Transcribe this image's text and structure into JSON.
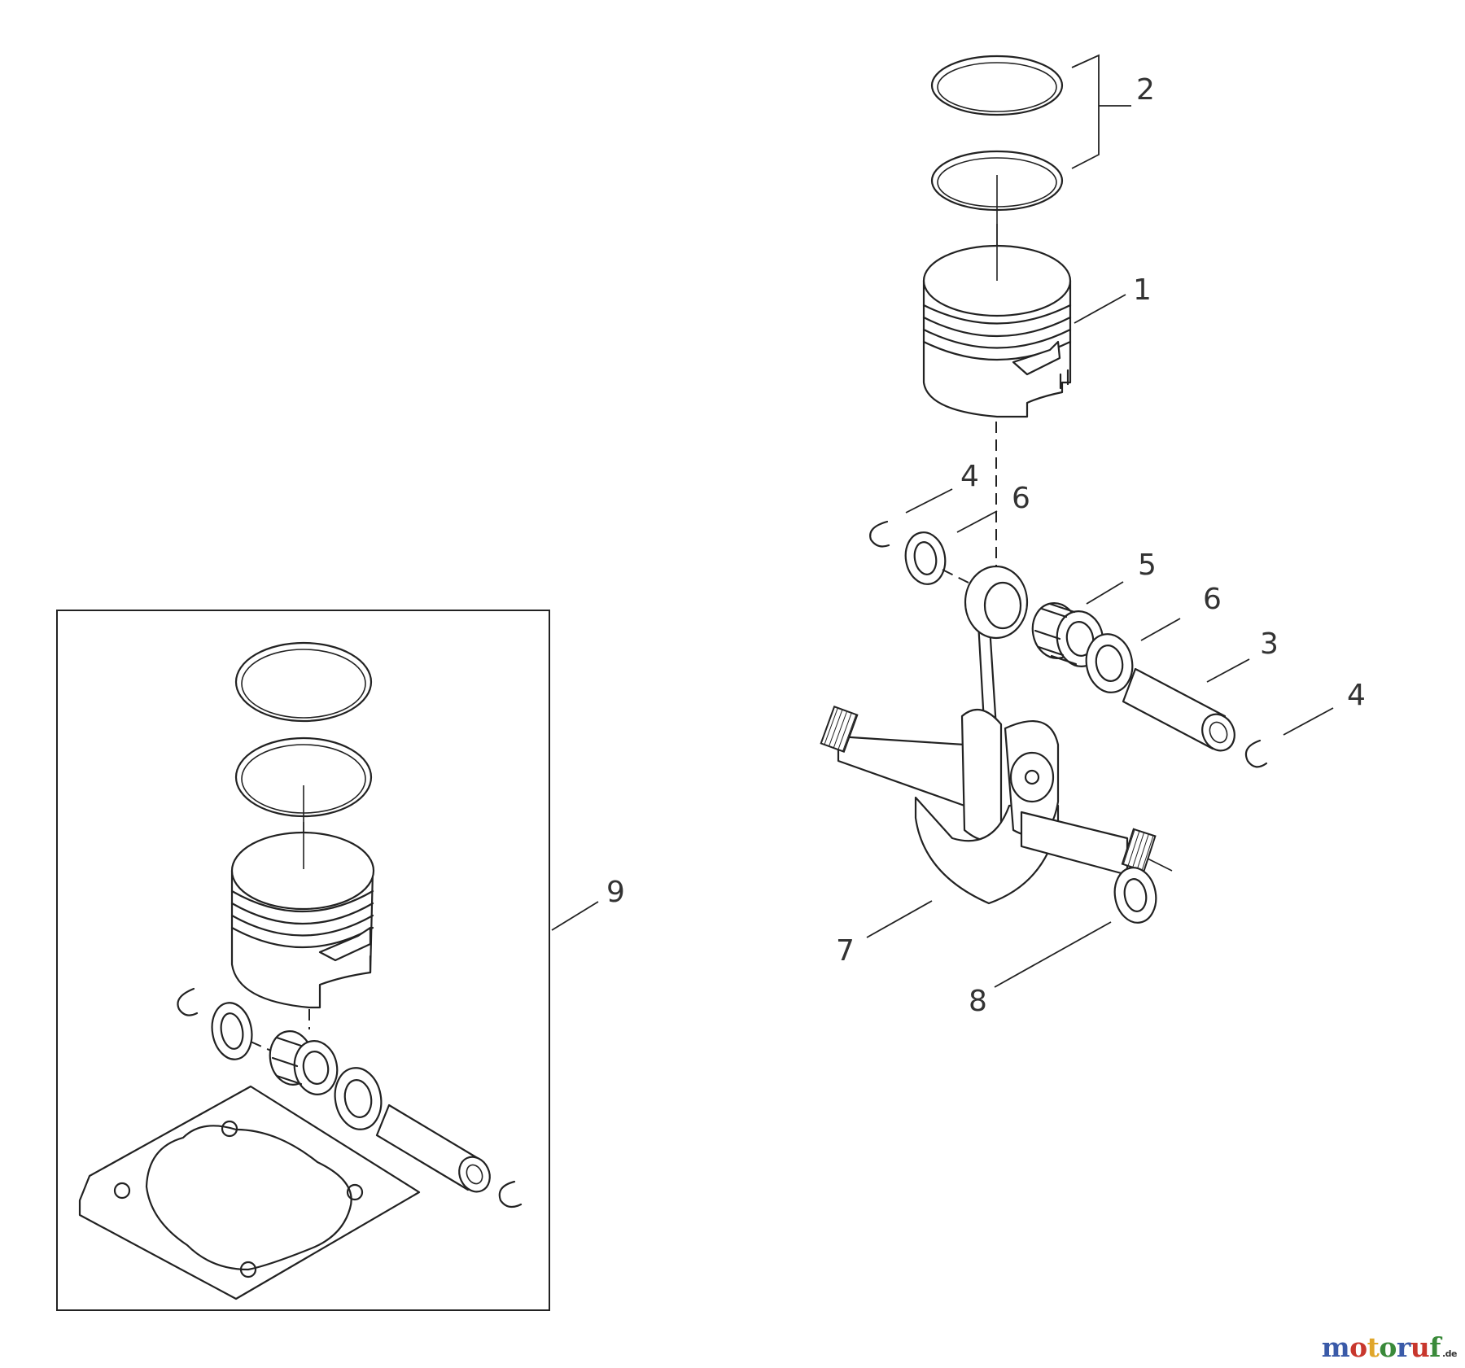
{
  "callouts": {
    "c1": "1",
    "c2": "2",
    "c3": "3",
    "c4a": "4",
    "c4b": "4",
    "c5": "5",
    "c6a": "6",
    "c6b": "6",
    "c7": "7",
    "c8": "8",
    "c9": "9"
  },
  "watermark": {
    "letters": [
      "m",
      "o",
      "t",
      "o",
      "r",
      "u",
      "f"
    ],
    "letter_colors": [
      "#3a5aa8",
      "#c8372d",
      "#e0a62a",
      "#3a8a3a",
      "#3a5aa8",
      "#c8372d",
      "#3a8a3a"
    ],
    "tld": ".de"
  }
}
